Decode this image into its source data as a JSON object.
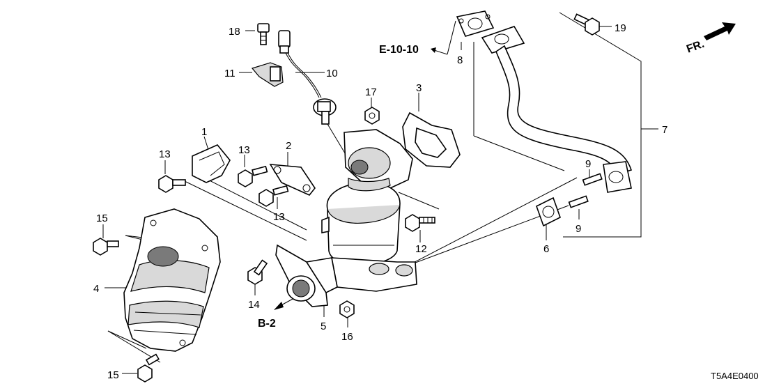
{
  "callouts": [
    {
      "id": "c1",
      "text": "1"
    },
    {
      "id": "c2",
      "text": "2"
    },
    {
      "id": "c3",
      "text": "3"
    },
    {
      "id": "c4",
      "text": "4"
    },
    {
      "id": "c5",
      "text": "5"
    },
    {
      "id": "c6",
      "text": "6"
    },
    {
      "id": "c7",
      "text": "7"
    },
    {
      "id": "c8",
      "text": "8"
    },
    {
      "id": "c9a",
      "text": "9"
    },
    {
      "id": "c9b",
      "text": "9"
    },
    {
      "id": "c10",
      "text": "10"
    },
    {
      "id": "c11",
      "text": "11"
    },
    {
      "id": "c12",
      "text": "12"
    },
    {
      "id": "c13a",
      "text": "13"
    },
    {
      "id": "c13b",
      "text": "13"
    },
    {
      "id": "c13c",
      "text": "13"
    },
    {
      "id": "c14",
      "text": "14"
    },
    {
      "id": "c15a",
      "text": "15"
    },
    {
      "id": "c15b",
      "text": "15"
    },
    {
      "id": "c16",
      "text": "16"
    },
    {
      "id": "c17",
      "text": "17"
    },
    {
      "id": "c18",
      "text": "18"
    },
    {
      "id": "c19",
      "text": "19"
    }
  ],
  "references": {
    "section_ref": "E-10-10",
    "group_ref": "B-2",
    "direction": "FR."
  },
  "diagram_code": "T5A4E0400"
}
